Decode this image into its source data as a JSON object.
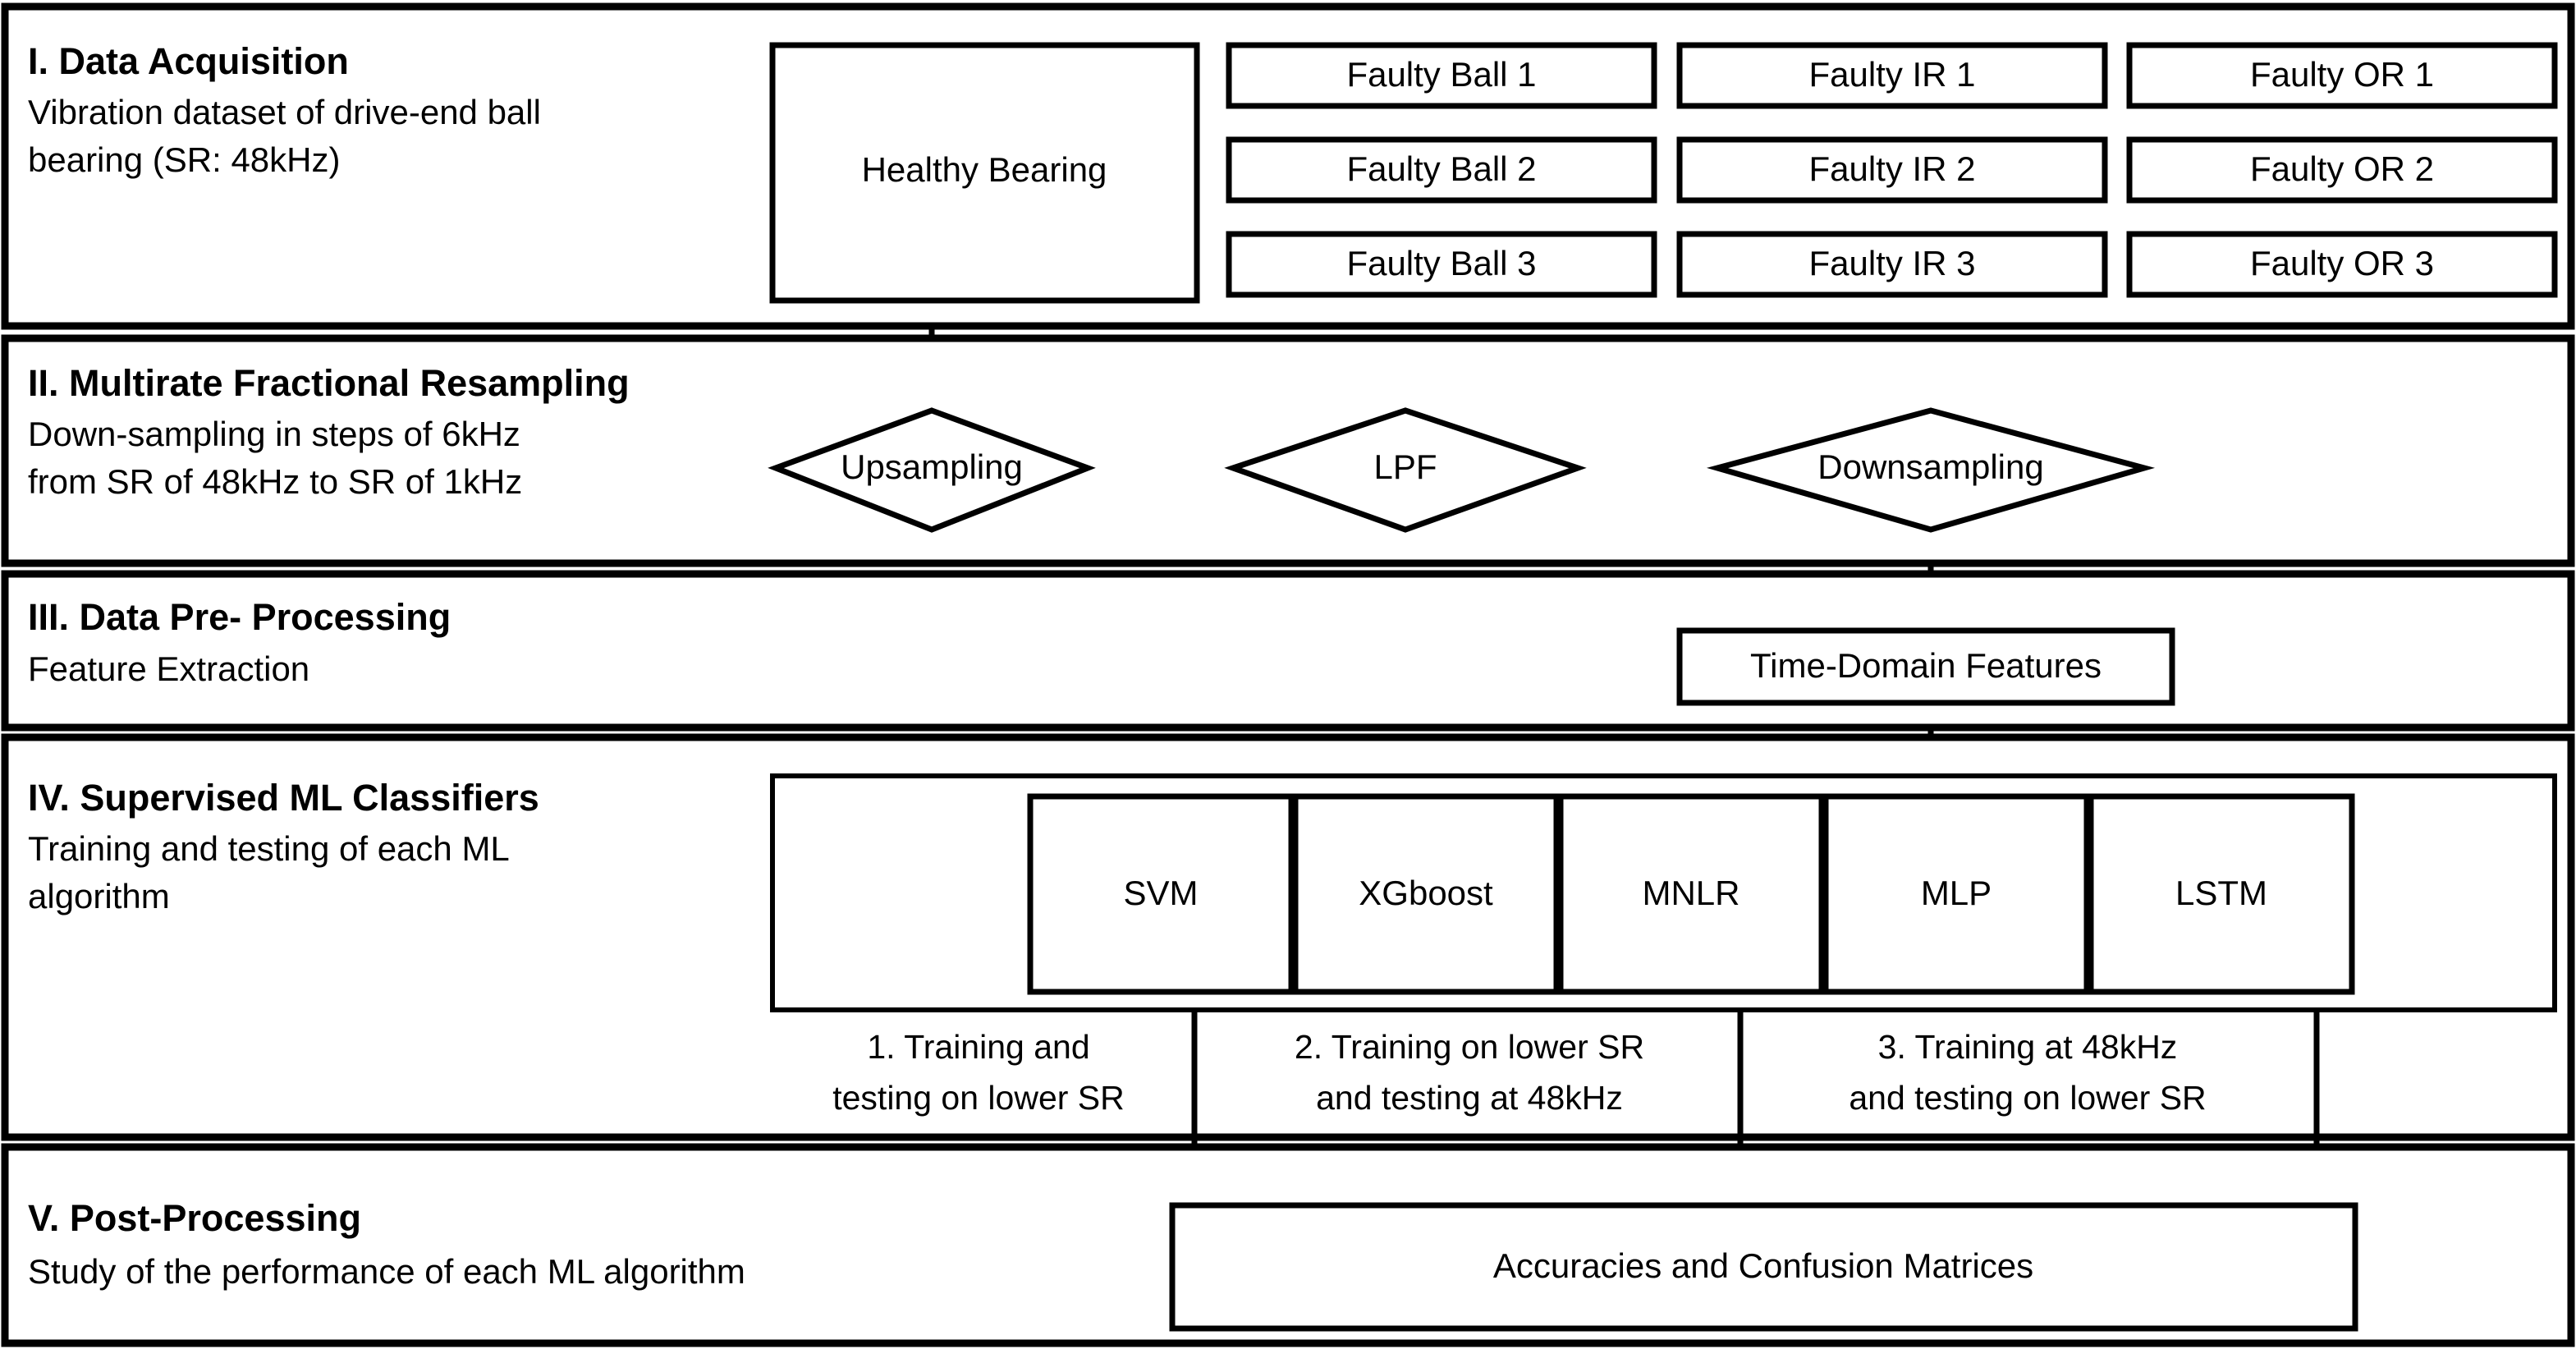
{
  "diagram": {
    "title": "Bearing fault diagnosis methodology flowchart",
    "colors": {
      "line": "#000000",
      "fill": "#ffffff",
      "text": "#000000"
    },
    "sections": [
      {
        "id": "data-acquisition",
        "number": "I.",
        "title": "I. Data Acquisition",
        "subtitle_line1": "Vibration dataset of drive-end ball",
        "subtitle_line2": "bearing (SR: 48kHz)"
      },
      {
        "id": "multirate-fractional-resampling",
        "number": "II.",
        "title": "II. Multirate Fractional Resampling",
        "subtitle_line1": "Down-sampling in steps of 6kHz",
        "subtitle_line2": "from SR of 48kHz to SR of 1kHz"
      },
      {
        "id": "data-pre-processing",
        "number": "III.",
        "title": "III. Data Pre- Processing",
        "subtitle_line1": "Feature Extraction",
        "subtitle_line2": ""
      },
      {
        "id": "supervised-ml-classifiers",
        "number": "IV.",
        "title": "IV. Supervised ML Classifiers",
        "subtitle_line1": "Training and testing of each ML",
        "subtitle_line2": "algorithm"
      },
      {
        "id": "post-processing",
        "number": "V.",
        "title": "V. Post-Processing",
        "subtitle_line1": "Study of the performance of each ML algorithm",
        "subtitle_line2": ""
      }
    ],
    "acquisition": {
      "healthy": "Healthy Bearing",
      "columns": [
        {
          "name": "ball",
          "items": [
            "Faulty Ball 1",
            "Faulty Ball 2",
            "Faulty Ball 3"
          ]
        },
        {
          "name": "inner-race",
          "items": [
            "Faulty IR 1",
            "Faulty IR 2",
            "Faulty IR 3"
          ]
        },
        {
          "name": "outer-race",
          "items": [
            "Faulty OR 1",
            "Faulty OR 2",
            "Faulty OR 3"
          ]
        }
      ]
    },
    "resampling": {
      "stages": [
        "Upsampling",
        "LPF",
        "Downsampling"
      ]
    },
    "preprocessing": {
      "feature_box": "Time-Domain Features"
    },
    "classifiers": {
      "models": [
        "SVM",
        "XGboost",
        "MNLR",
        "MLP",
        "LSTM"
      ],
      "experiments": [
        {
          "line1": "1. Training and",
          "line2": "testing on lower SR"
        },
        {
          "line1": "2. Training on lower SR",
          "line2": "and testing at 48kHz"
        },
        {
          "line1": "3. Training at 48kHz",
          "line2": "and testing on lower SR"
        }
      ]
    },
    "postprocessing": {
      "result_box": "Accuracies and Confusion Matrices"
    }
  }
}
